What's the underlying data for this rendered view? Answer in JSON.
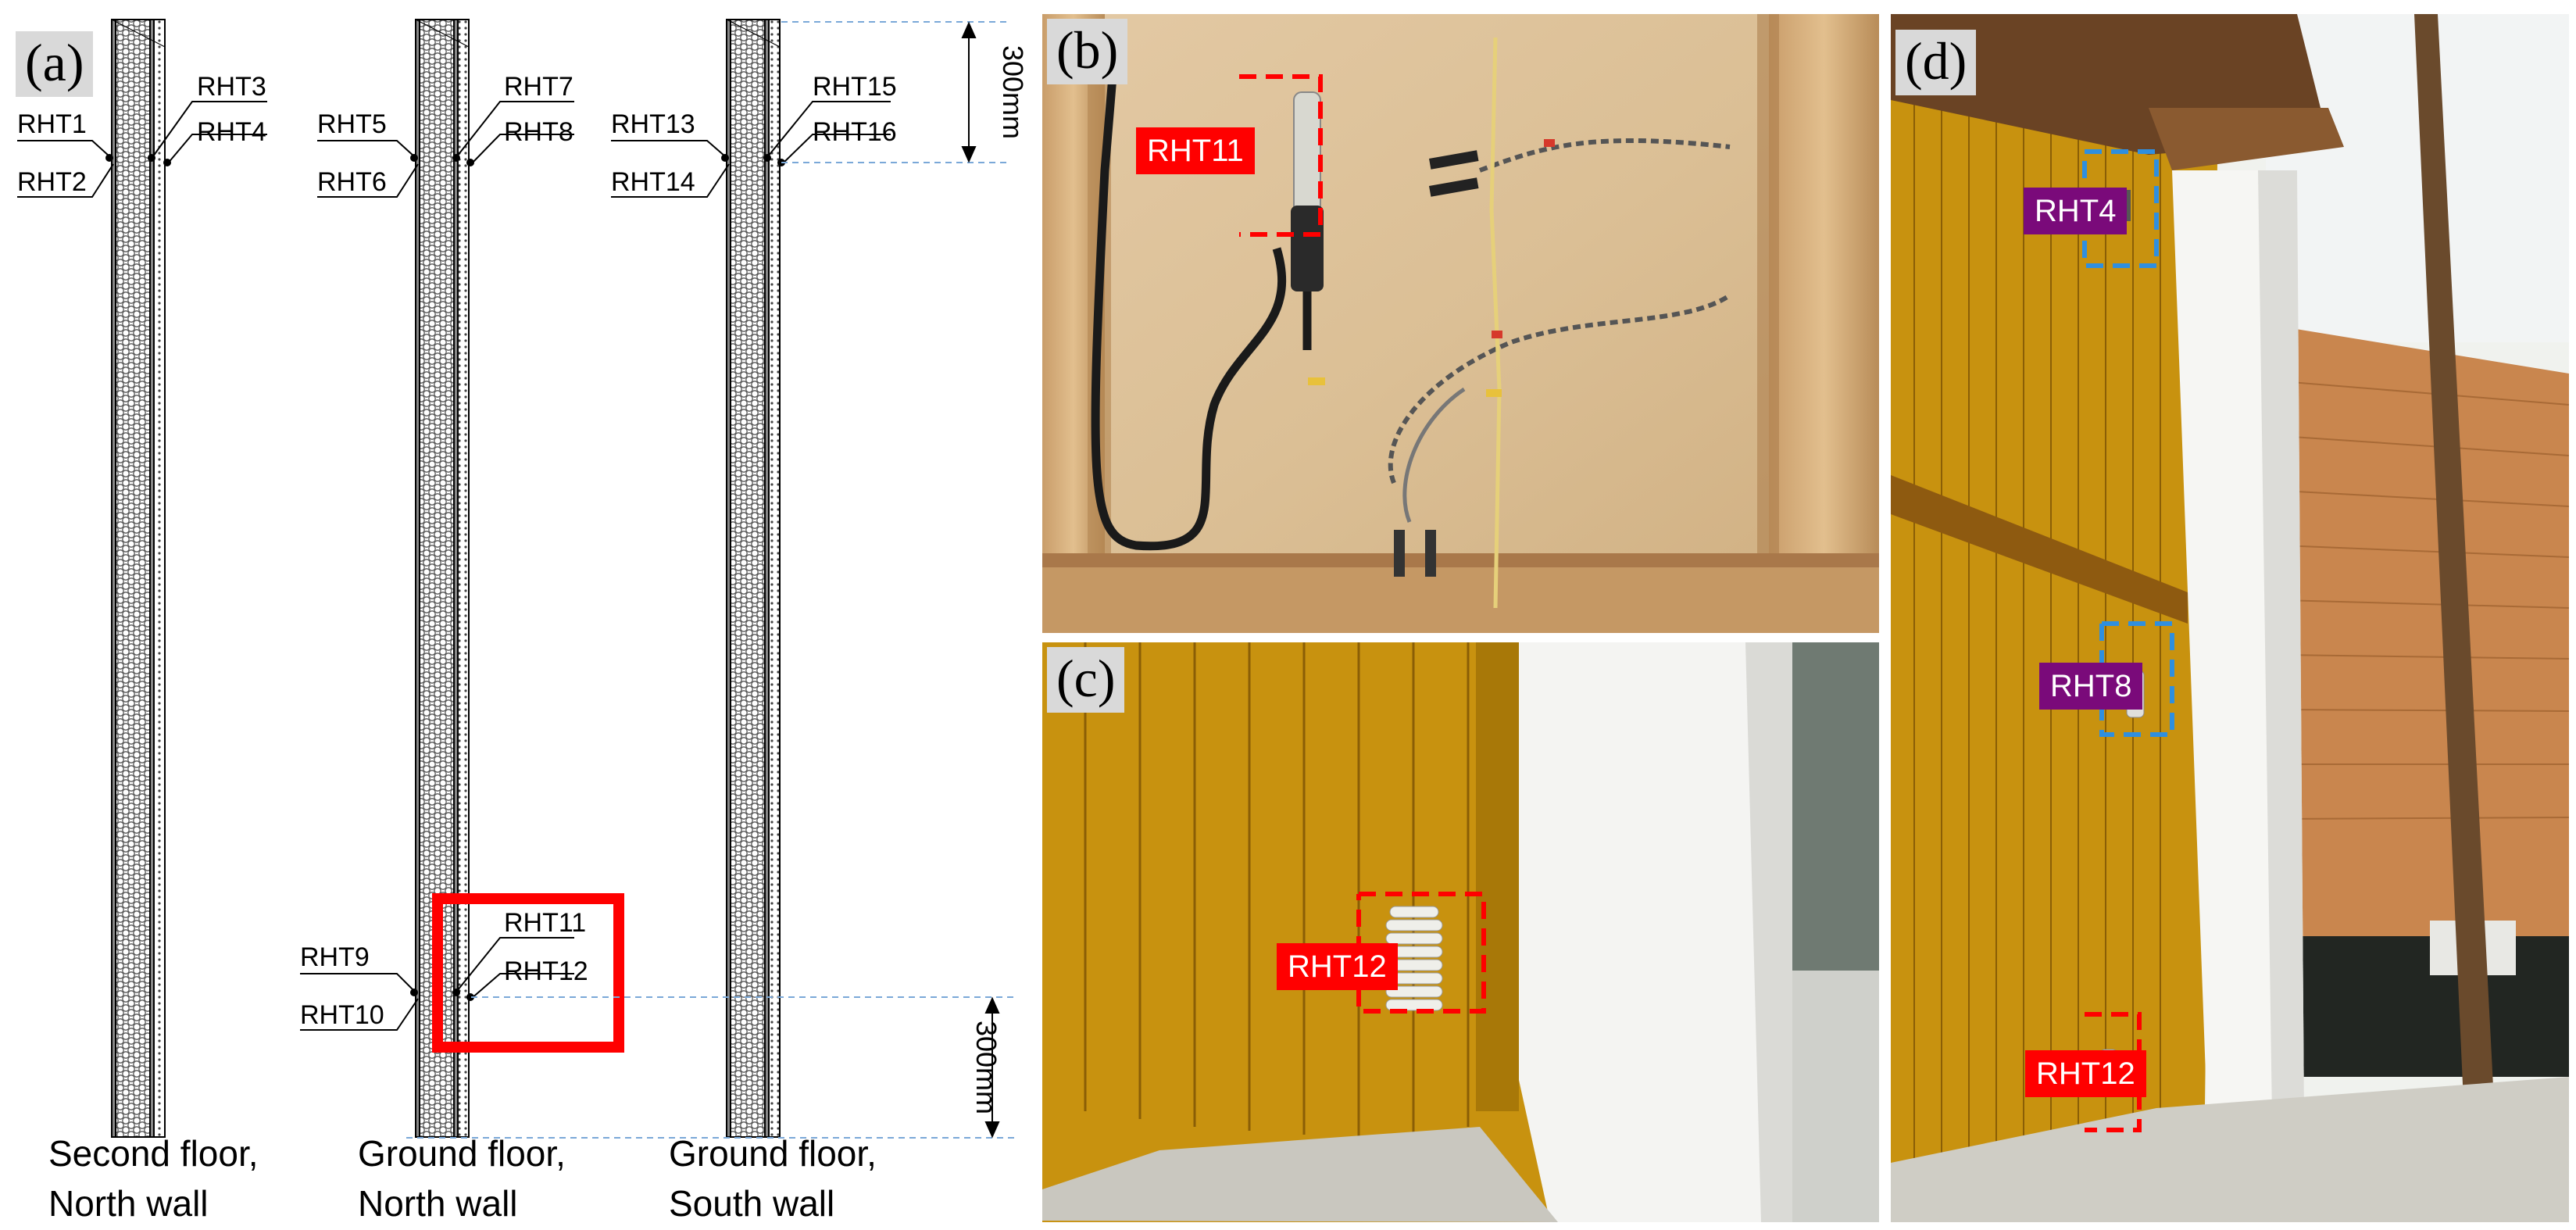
{
  "panel_a": {
    "letter": "(a)",
    "walls": [
      {
        "caption_line1": "Second floor,",
        "caption_line2": "North wall",
        "sensors": [
          "RHT1",
          "RHT2",
          "RHT3",
          "RHT4"
        ]
      },
      {
        "caption_line1": "Ground floor,",
        "caption_line2": "North wall",
        "sensors": [
          "RHT5",
          "RHT6",
          "RHT7",
          "RHT8",
          "RHT9",
          "RHT10",
          "RHT11",
          "RHT12"
        ]
      },
      {
        "caption_line1": "Ground floor,",
        "caption_line2": "South wall",
        "sensors": [
          "RHT13",
          "RHT14",
          "RHT15",
          "RHT16"
        ]
      }
    ],
    "dimension_top": "300mm",
    "dimension_bottom": "300mm",
    "highlight_color": "#ff0000"
  },
  "panel_b": {
    "letter": "(b)",
    "tag": "RHT11"
  },
  "panel_c": {
    "letter": "(c)",
    "tag": "RHT12"
  },
  "panel_d": {
    "letter": "(d)",
    "tags": [
      "RHT4",
      "RHT8",
      "RHT12"
    ]
  },
  "colors": {
    "red_marker": "#ff0000",
    "blue_marker": "#2f8fdf",
    "purple_tag": "#7a0a7a",
    "wood_yellow": "#c8920f",
    "plywood": "#dcc19a"
  }
}
